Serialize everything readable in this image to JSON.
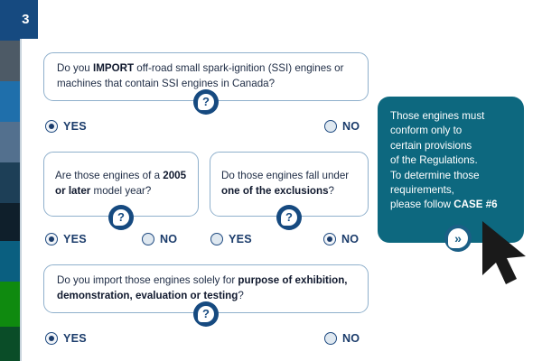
{
  "page": {
    "number": "3",
    "background_color": "#ffffff"
  },
  "color_rail": {
    "bands": [
      {
        "name": "navy",
        "color": "#164a80",
        "height": 45
      },
      {
        "name": "slate-gray",
        "color": "#4d5a66",
        "height": 45
      },
      {
        "name": "medium-blue",
        "color": "#1f6fab",
        "height": 45
      },
      {
        "name": "steel-blue",
        "color": "#53708e",
        "height": 45
      },
      {
        "name": "dark-slate",
        "color": "#1d3f57",
        "height": 45
      },
      {
        "name": "near-black",
        "color": "#0f1f2b",
        "height": 42
      },
      {
        "name": "teal-blue",
        "color": "#0a5f80",
        "height": 45
      },
      {
        "name": "green",
        "color": "#0f8a0f",
        "height": 50
      },
      {
        "name": "dark-green",
        "color": "#0a4d28",
        "height": 38
      }
    ]
  },
  "questions": [
    {
      "id": "import",
      "text_parts": [
        {
          "text": "Do you ",
          "bold": false
        },
        {
          "text": "IMPORT",
          "bold": true
        },
        {
          "text": " off-road small spark-ignition (SSI) engines or machines that contain SSI engines in Canada?",
          "bold": false
        }
      ],
      "help_icon": "question-mark-icon",
      "answers": [
        {
          "label": "YES",
          "selected": true
        },
        {
          "label": "NO",
          "selected": false
        }
      ]
    },
    {
      "id": "model-year",
      "text_parts": [
        {
          "text": "Are those engines of a ",
          "bold": false
        },
        {
          "text": "2005 or later",
          "bold": true
        },
        {
          "text": " model year?",
          "bold": false
        }
      ],
      "help_icon": "question-mark-icon",
      "answers": [
        {
          "label": "YES",
          "selected": true
        },
        {
          "label": "NO",
          "selected": false
        }
      ]
    },
    {
      "id": "exclusions",
      "text_parts": [
        {
          "text": "Do those engines fall under ",
          "bold": false
        },
        {
          "text": "one of the exclusions",
          "bold": true
        },
        {
          "text": "?",
          "bold": false
        }
      ],
      "help_icon": "question-mark-icon",
      "answers": [
        {
          "label": "YES",
          "selected": false
        },
        {
          "label": "NO",
          "selected": true
        }
      ]
    },
    {
      "id": "purpose",
      "text_parts": [
        {
          "text": "Do you import those engines solely for ",
          "bold": false
        },
        {
          "text": "purpose of exhibition, demonstration, evaluation or testing",
          "bold": true
        },
        {
          "text": "?",
          "bold": false
        }
      ],
      "help_icon": "question-mark-icon",
      "answers": [
        {
          "label": "YES",
          "selected": true
        },
        {
          "label": "NO",
          "selected": false
        }
      ]
    }
  ],
  "result_panel": {
    "color": "#0d687f",
    "text_lines": [
      "Those engines must",
      "conform only to",
      "certain provisions",
      "of the Regulations.",
      "To determine those",
      "requirements,"
    ],
    "final_line_prefix": "please follow ",
    "final_line_emphasis": "CASE #6",
    "next_icon": "double-chevron-right-icon",
    "next_glyph": "»"
  },
  "cursor": {
    "icon": "mouse-pointer-icon",
    "color": "#1a1a1a"
  },
  "accent_colors": {
    "navy": "#164a80",
    "box_border": "#8fb0cc",
    "teal": "#0d687f",
    "radio_ring": "#1f4a80",
    "label_blue": "#1b3c6b"
  }
}
